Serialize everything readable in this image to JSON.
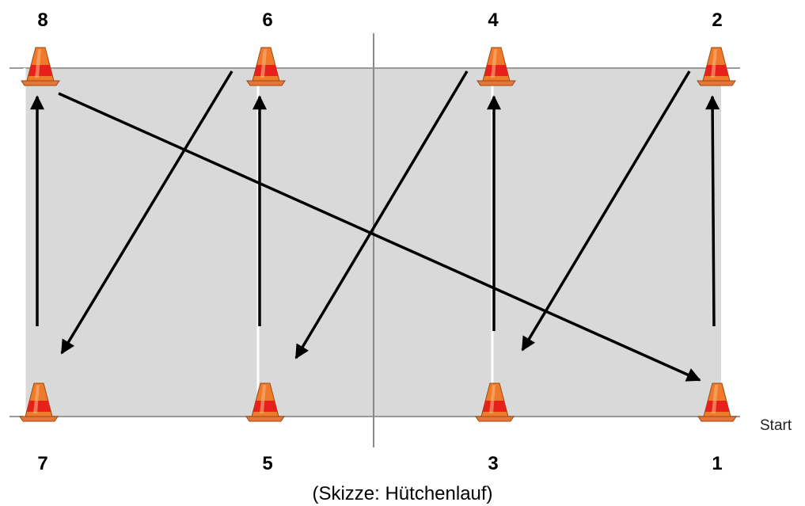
{
  "diagram": {
    "cone_labels_top": [
      "8",
      "6",
      "4",
      "2"
    ],
    "cone_labels_bottom": [
      "7",
      "5",
      "3",
      "1"
    ],
    "start_label": "Start",
    "caption": "(Skizze: Hütchenlauf)"
  },
  "colors": {
    "field": "#d9d9d9",
    "line": "#9a9a9a",
    "arrow": "#000000",
    "cone_orange": "#f07a2c",
    "cone_red": "#e8201c",
    "cone_base": "#e8743a"
  },
  "icons": {
    "cone": "traffic-cone-icon"
  }
}
